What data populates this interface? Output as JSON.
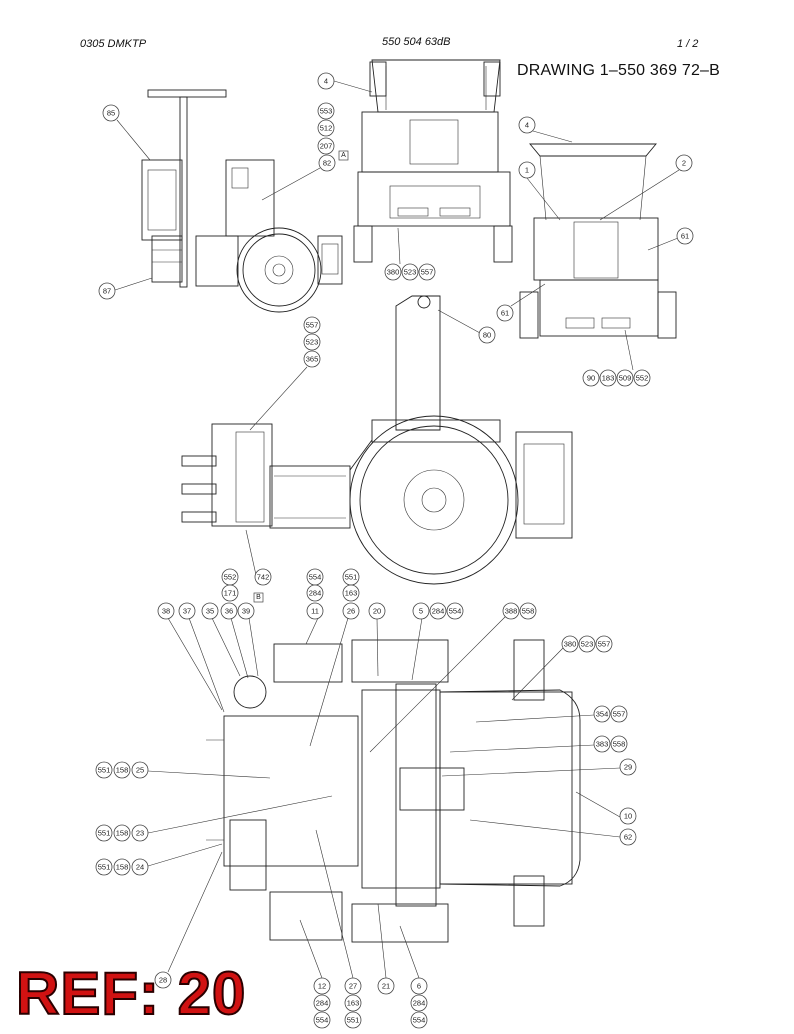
{
  "header": {
    "left": "0305 DMKTP",
    "center": "550 504 63dB",
    "right": "1 /   2"
  },
  "title": "DRAWING 1–550 369 72–B",
  "ref_label": "REF: 20",
  "box_labels": [
    "A",
    "B"
  ],
  "callouts": [
    {
      "n": "4",
      "label": "4"
    },
    {
      "n": "85",
      "label": "85"
    },
    {
      "n": "553",
      "label": "553"
    },
    {
      "n": "512",
      "label": "512"
    },
    {
      "n": "207",
      "label": "207"
    },
    {
      "n": "82",
      "label": "82"
    },
    {
      "n": "4b",
      "label": "4"
    },
    {
      "n": "1",
      "label": "1"
    },
    {
      "n": "2",
      "label": "2"
    },
    {
      "n": "61a",
      "label": "61"
    },
    {
      "n": "61b",
      "label": "61"
    },
    {
      "n": "87",
      "label": "87"
    },
    {
      "n": "380a",
      "label": "380"
    },
    {
      "n": "523a",
      "label": "523"
    },
    {
      "n": "557a",
      "label": "557"
    },
    {
      "n": "80",
      "label": "80"
    },
    {
      "n": "557b",
      "label": "557"
    },
    {
      "n": "523b",
      "label": "523"
    },
    {
      "n": "365",
      "label": "365"
    },
    {
      "n": "90",
      "label": "90"
    },
    {
      "n": "183",
      "label": "183"
    },
    {
      "n": "509",
      "label": "509"
    },
    {
      "n": "552a",
      "label": "552"
    },
    {
      "n": "552b",
      "label": "552"
    },
    {
      "n": "171",
      "label": "171"
    },
    {
      "n": "742",
      "label": "742"
    },
    {
      "n": "554a",
      "label": "554"
    },
    {
      "n": "284a",
      "label": "284"
    },
    {
      "n": "11",
      "label": "11"
    },
    {
      "n": "551a",
      "label": "551"
    },
    {
      "n": "163a",
      "label": "163"
    },
    {
      "n": "26",
      "label": "26"
    },
    {
      "n": "38",
      "label": "38"
    },
    {
      "n": "37",
      "label": "37"
    },
    {
      "n": "35",
      "label": "35"
    },
    {
      "n": "36",
      "label": "36"
    },
    {
      "n": "39",
      "label": "39"
    },
    {
      "n": "20",
      "label": "20"
    },
    {
      "n": "5",
      "label": "5"
    },
    {
      "n": "284b",
      "label": "284"
    },
    {
      "n": "554b",
      "label": "554"
    },
    {
      "n": "388a",
      "label": "388"
    },
    {
      "n": "558a",
      "label": "558"
    },
    {
      "n": "380b",
      "label": "380"
    },
    {
      "n": "523c",
      "label": "523"
    },
    {
      "n": "557c",
      "label": "557"
    },
    {
      "n": "354",
      "label": "354"
    },
    {
      "n": "557d",
      "label": "557"
    },
    {
      "n": "383",
      "label": "383"
    },
    {
      "n": "558b",
      "label": "558"
    },
    {
      "n": "29",
      "label": "29"
    },
    {
      "n": "551b",
      "label": "551"
    },
    {
      "n": "158a",
      "label": "158"
    },
    {
      "n": "25",
      "label": "25"
    },
    {
      "n": "10",
      "label": "10"
    },
    {
      "n": "551c",
      "label": "551"
    },
    {
      "n": "158b",
      "label": "158"
    },
    {
      "n": "23",
      "label": "23"
    },
    {
      "n": "62",
      "label": "62"
    },
    {
      "n": "551d",
      "label": "551"
    },
    {
      "n": "158c",
      "label": "158"
    },
    {
      "n": "24",
      "label": "24"
    },
    {
      "n": "28",
      "label": "28"
    },
    {
      "n": "12",
      "label": "12"
    },
    {
      "n": "284c",
      "label": "284"
    },
    {
      "n": "554c",
      "label": "554"
    },
    {
      "n": "27",
      "label": "27"
    },
    {
      "n": "163b",
      "label": "163"
    },
    {
      "n": "551e",
      "label": "551"
    },
    {
      "n": "21",
      "label": "21"
    },
    {
      "n": "6",
      "label": "6"
    },
    {
      "n": "284d",
      "label": "284"
    },
    {
      "n": "554d",
      "label": "554"
    }
  ]
}
